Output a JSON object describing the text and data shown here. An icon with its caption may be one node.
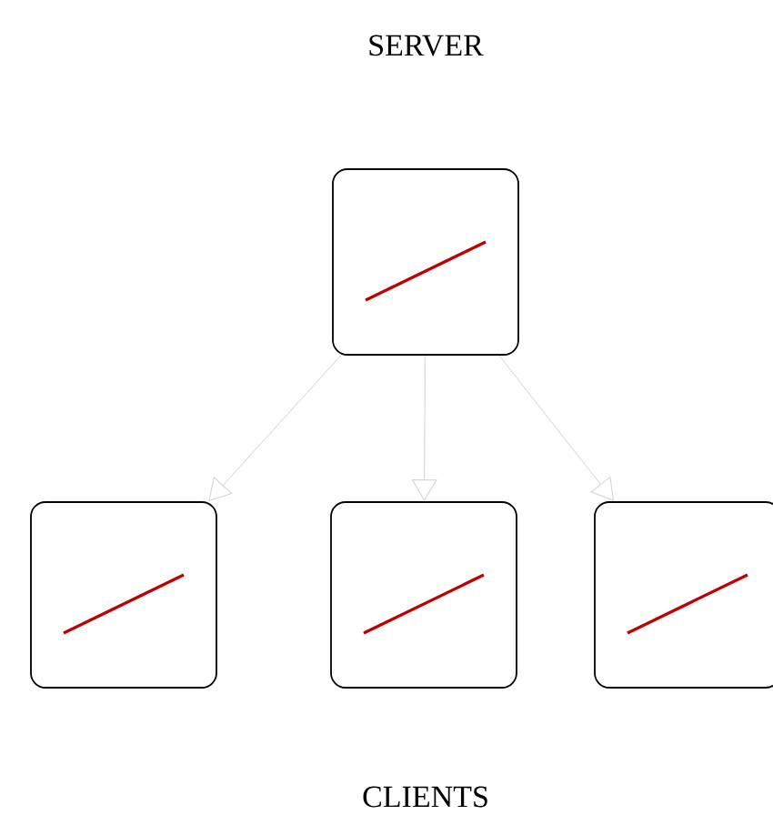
{
  "diagram": {
    "nodes": [
      {
        "text": [],
        "shape": "box"
      },
      {
        "text": [],
        "shape": "box"
      },
      {
        "text": [],
        "shape": "box"
      },
      {
        "text": [],
        "shape": "box"
      }
    ],
    "edges": [
      {
        "from": 0,
        "to": 1,
        "arrow": "to"
      },
      {
        "from": 0,
        "to": 2,
        "arrow": "to"
      },
      {
        "from": 0,
        "to": 3,
        "arrow": "to"
      }
    ],
    "labels": [
      "SERVER",
      "CLIENTS"
    ]
  }
}
